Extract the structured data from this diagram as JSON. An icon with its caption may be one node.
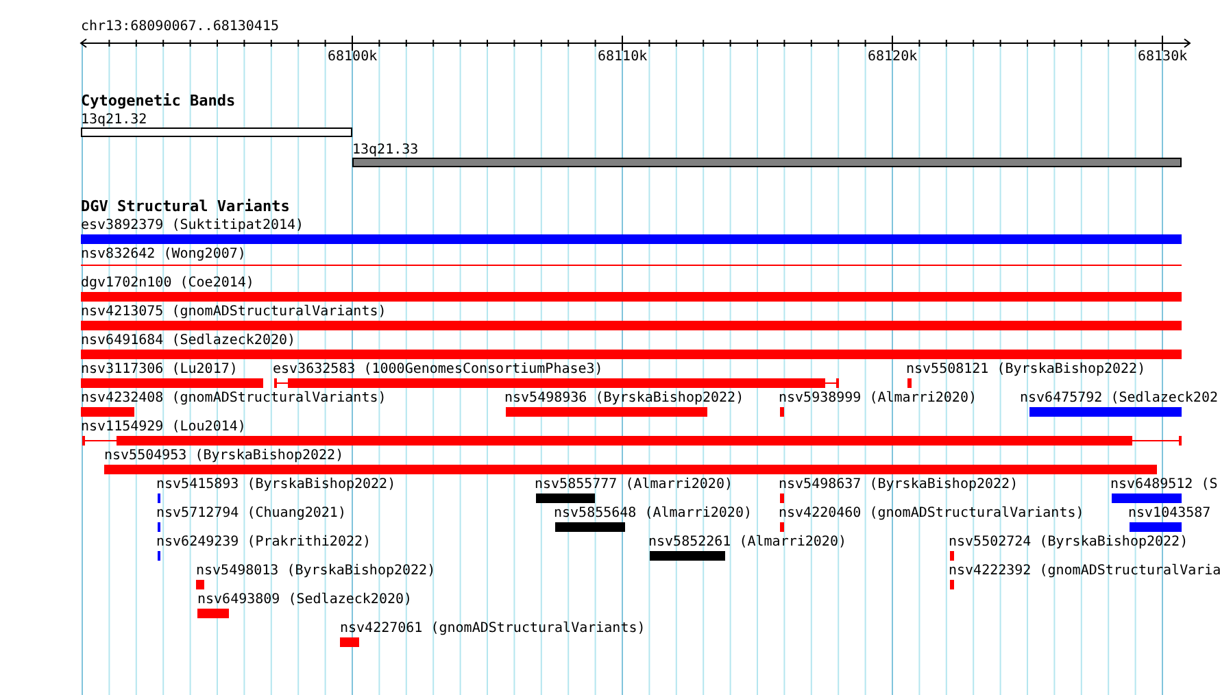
{
  "diagram": {
    "nodes": [
      {
        "text": [
          "13q21.32"
        ]
      },
      {
        "text": [
          "13q21.33"
        ]
      },
      {
        "text": [
          "esv3892379 (Suktitipat2014)"
        ]
      },
      {
        "text": [
          "nsv832642 (Wong2007)"
        ]
      },
      {
        "text": [
          "dgv1702n100 (Coe2014)"
        ]
      },
      {
        "text": [
          "nsv4213075 (gnomADStructuralVariants)"
        ]
      },
      {
        "text": [
          "nsv6491684 (Sedlazeck2020)"
        ]
      },
      {
        "text": [
          "nsv3117306 (Lu2017)"
        ]
      },
      {
        "text": [
          "esv3632583 (1000GenomesConsortiumPhase3)"
        ]
      },
      {
        "text": [
          "nsv5508121 (ByrskaBishop2022)"
        ]
      },
      {
        "text": [
          "nsv4232408 (gnomADStructuralVariants)"
        ]
      },
      {
        "text": [
          "nsv5498936 (ByrskaBishop2022)"
        ]
      },
      {
        "text": [
          "nsv5938999 (Almarri2020)"
        ]
      },
      {
        "text": [
          "nsv6475792 (Sedlazeck202"
        ]
      },
      {
        "text": [
          "nsv1154929 (Lou2014)"
        ]
      },
      {
        "text": [
          "nsv5504953 (ByrskaBishop2022)"
        ]
      },
      {
        "text": [
          "nsv5415893 (ByrskaBishop2022)"
        ]
      },
      {
        "text": [
          "nsv5855777 (Almarri2020)"
        ]
      },
      {
        "text": [
          "nsv5498637 (ByrskaBishop2022)"
        ]
      },
      {
        "text": [
          "nsv6489512 (S"
        ]
      },
      {
        "text": [
          "nsv5712794 (Chuang2021)"
        ]
      },
      {
        "text": [
          "nsv5855648 (Almarri2020)"
        ]
      },
      {
        "text": [
          "nsv4220460 (gnomADStructuralVariants)"
        ]
      },
      {
        "text": [
          "nsv1043587"
        ]
      },
      {
        "text": [
          "nsv6249239 (Prakrithi2022)"
        ]
      },
      {
        "text": [
          "nsv5852261 (Almarri2020)"
        ]
      },
      {
        "text": [
          "nsv5502724 (ByrskaBishop2022)"
        ]
      },
      {
        "text": [
          "nsv5498013 (ByrskaBishop2022)"
        ]
      },
      {
        "text": [
          "nsv4222392 (gnomADStructuralVaria"
        ]
      },
      {
        "text": [
          "nsv6493809 (Sedlazeck2020)"
        ]
      },
      {
        "text": [
          "nsv4227061 (gnomADStructuralVariants)"
        ]
      }
    ],
    "edges": [],
    "labels": [
      "chr13:68090067..68130415",
      "68100k",
      "68110k",
      "68120k",
      "68130k",
      "Cytogenetic Bands",
      "DGV Structural Variants"
    ]
  }
}
